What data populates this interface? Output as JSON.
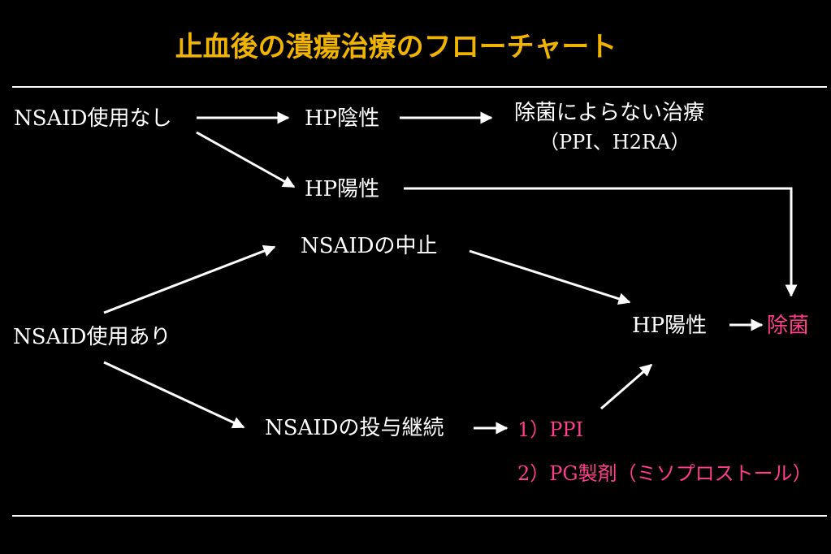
{
  "colors": {
    "background": "#000000",
    "title": "#f0b400",
    "text": "#ffffff",
    "highlight": "#ff3d8c",
    "line": "#ffffff"
  },
  "title": "止血後の潰瘍治療のフローチャート",
  "nodes": {
    "nsaid_none": "NSAID使用なし",
    "hp_negative": "HP陰性",
    "no_eradication": "除菌によらない治療",
    "no_eradication_detail": "（PPI、H2RA）",
    "hp_positive_top": "HP陽性",
    "nsaid_stop": "NSAIDの中止",
    "nsaid_use": "NSAID使用あり",
    "hp_positive_right": "HP陽性",
    "eradication": "除菌",
    "nsaid_continue": "NSAIDの投与継続",
    "option_1": "1）PPI",
    "option_2": "2）PG製剤（ミソプロストール）"
  }
}
